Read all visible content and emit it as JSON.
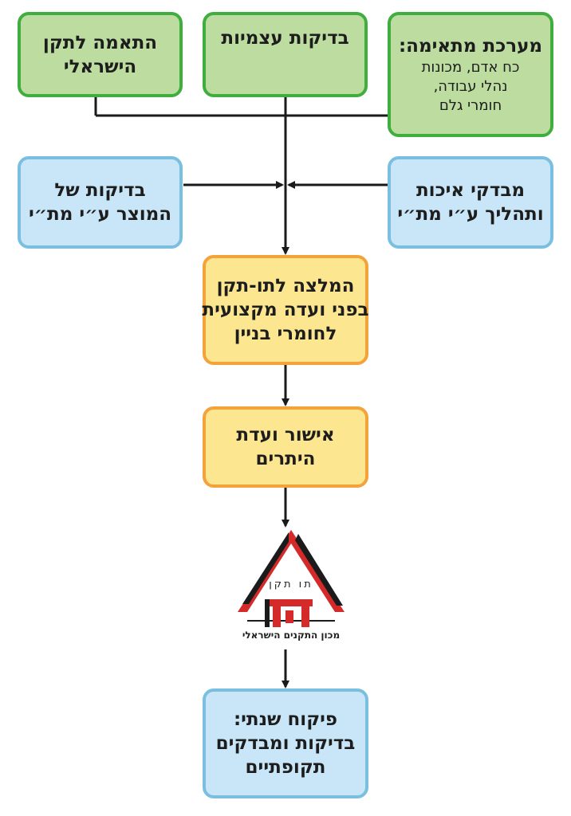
{
  "nodes": {
    "israeli_standard": {
      "lines": [
        "התאמה לתקן",
        "הישראלי"
      ]
    },
    "self_tests": {
      "lines": [
        "בדיקות עצמיות"
      ]
    },
    "management_system": {
      "title": "מערכת מתאימה:",
      "lines": [
        "כח אדם, מכונות",
        "נהלי עבודה,",
        "חומרי גלם"
      ]
    },
    "product_tests": {
      "lines": [
        "בדיקות של",
        "המוצר ע״י מת״י"
      ]
    },
    "process_quality": {
      "lines": [
        "מבדקי איכות",
        "ותהליך ע״י מת״י"
      ]
    },
    "committee_recommendation": {
      "lines": [
        "המלצה לתו-תקן",
        "בפני ועדה מקצועית",
        "לחומרי בניין"
      ]
    },
    "permits_committee": {
      "lines": [
        "אישור ועדת",
        "היתרים"
      ]
    },
    "annual_supervision": {
      "lines": [
        "פיקוח שנתי:",
        "בדיקות ומבדקים",
        "תקופתיים"
      ]
    }
  },
  "logo": {
    "mark_text": "תו תקן",
    "institute_name": "מכון התקנים הישראלי",
    "colors": {
      "red": "#d42a2a",
      "dark": "#1b1b1b"
    }
  },
  "colors": {
    "green_fill": "#bcdca0",
    "green_border": "#3fae3f",
    "blue_fill": "#c8e6f7",
    "blue_border": "#7bbfe0",
    "orange_fill": "#fce690",
    "orange_border": "#f4a23a",
    "connector": "#1a1a1a"
  }
}
